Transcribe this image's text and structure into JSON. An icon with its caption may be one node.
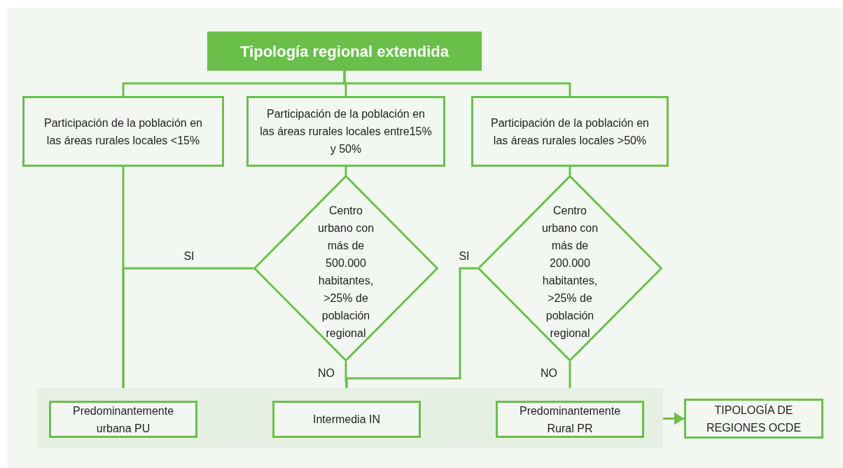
{
  "diagram": {
    "nodes": [
      {
        "text": [
          "Tipología regional extendida"
        ]
      },
      {
        "text": [
          "Participación de la población en las áreas rurales locales <15%"
        ]
      },
      {
        "text": [
          "Participación de la población en las áreas rurales locales entre15% y 50%"
        ]
      },
      {
        "text": [
          "Participación de la población en las áreas rurales locales >50%"
        ]
      },
      {
        "text": [
          "Centro urbano con más de 500.000 habitantes, >25% de población regional"
        ]
      },
      {
        "text": [
          "Centro urbano con más de 200.000 habitantes, >25% de población regional"
        ]
      },
      {
        "text": [],
        "shape": "band"
      },
      {
        "text": [
          "Predominantemente urbana PU"
        ],
        "in": 6
      },
      {
        "text": [
          "Intermedia IN"
        ],
        "in": 6
      },
      {
        "text": [
          "Predominantemente Rural PR"
        ],
        "in": 6
      },
      {
        "text": [
          "TIPOLOGÍA DE REGIONES OCDE"
        ]
      }
    ],
    "edges": [
      {
        "from": 0,
        "to": 1,
        "arrow": "none"
      },
      {
        "from": 0,
        "to": 2,
        "arrow": "none"
      },
      {
        "from": 0,
        "to": 3,
        "arrow": "none"
      },
      {
        "from": 1,
        "to": 7,
        "arrow": "none"
      },
      {
        "from": 2,
        "to": 4,
        "arrow": "none"
      },
      {
        "from": 3,
        "to": 5,
        "arrow": "none"
      },
      {
        "from": 4,
        "to": 7,
        "arrow": "none",
        "label": "SI"
      },
      {
        "from": 4,
        "to": 8,
        "arrow": "none",
        "label": "NO"
      },
      {
        "from": 5,
        "to": 8,
        "arrow": "none",
        "label": "SI"
      },
      {
        "from": 5,
        "to": 9,
        "arrow": "none",
        "label": "NO"
      },
      {
        "from": 6,
        "to": 10,
        "arrow": "to"
      }
    ]
  }
}
